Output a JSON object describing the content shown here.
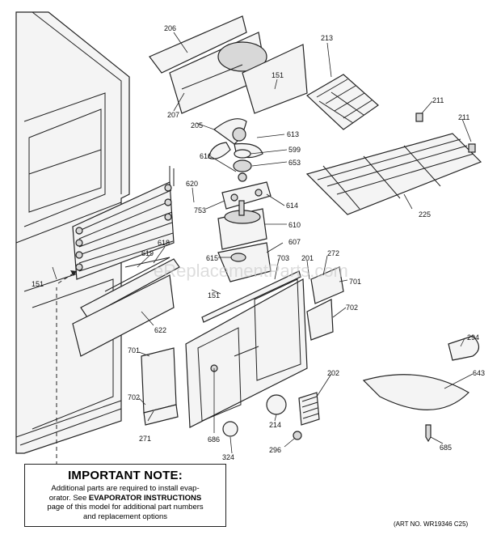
{
  "watermark": "eReplacementParts.com",
  "note": {
    "title": "IMPORTANT NOTE:",
    "line1": "Additional parts are required to install evap-",
    "line2_pre": "orator.  See ",
    "line2_bold": "EVAPORATOR INSTRUCTIONS",
    "line3": "page of this model for additional part numbers",
    "line4": "and replacement options"
  },
  "art_number": "(ART NO. WR19346 C25)",
  "labels": {
    "l206": "206",
    "l207": "207",
    "l205": "205",
    "l151a": "151",
    "l213": "213",
    "l211a": "211",
    "l211b": "211",
    "l613": "613",
    "l599": "599",
    "l653": "653",
    "l616": "616",
    "l620": "620",
    "l614": "614",
    "l753": "753",
    "l610": "610",
    "l225": "225",
    "l607": "607",
    "l618": "618",
    "l619": "619",
    "l615": "615",
    "l703": "703",
    "l201": "201",
    "l272": "272",
    "l701a": "701",
    "l702a": "702",
    "l151b": "151",
    "l151c": "151",
    "l622": "622",
    "l701b": "701",
    "l702b": "702",
    "l271": "271",
    "l294": "294",
    "l643": "643",
    "l202": "202",
    "l214": "214",
    "l686": "686",
    "l324": "324",
    "l296": "296",
    "l685": "685"
  }
}
